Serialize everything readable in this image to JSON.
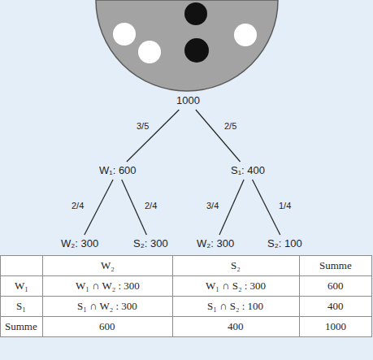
{
  "diagram": {
    "nodes": [
      {
        "text": [
          "1000"
        ]
      },
      {
        "text": [
          "W₁: 600"
        ]
      },
      {
        "text": [
          "S₁: 400"
        ]
      },
      {
        "text": [
          "W₂: 300"
        ]
      },
      {
        "text": [
          "S₂: 300"
        ]
      },
      {
        "text": [
          "W₂: 300"
        ]
      },
      {
        "text": [
          "S₂: 100"
        ]
      }
    ],
    "edges": [
      {
        "from": 0,
        "to": 1,
        "label": "3/5",
        "arrow": "none"
      },
      {
        "from": 0,
        "to": 2,
        "label": "2/5",
        "arrow": "none"
      },
      {
        "from": 1,
        "to": 3,
        "label": "2/4",
        "arrow": "none"
      },
      {
        "from": 1,
        "to": 4,
        "label": "2/4",
        "arrow": "none"
      },
      {
        "from": 2,
        "to": 5,
        "label": "3/4",
        "arrow": "none"
      },
      {
        "from": 2,
        "to": 6,
        "label": "1/4",
        "arrow": "none"
      }
    ],
    "labels": [
      "W₂",
      "S₂",
      "Summe",
      "W₁",
      "W₁ ∩ W₂ : 300",
      "W₁ ∩ S₂ : 300",
      "600",
      "S₁",
      "S₁ ∩ W₂ : 300",
      "S₁ ∩ S₂ : 100",
      "400",
      "Summe",
      "600",
      "400",
      "1000"
    ]
  }
}
